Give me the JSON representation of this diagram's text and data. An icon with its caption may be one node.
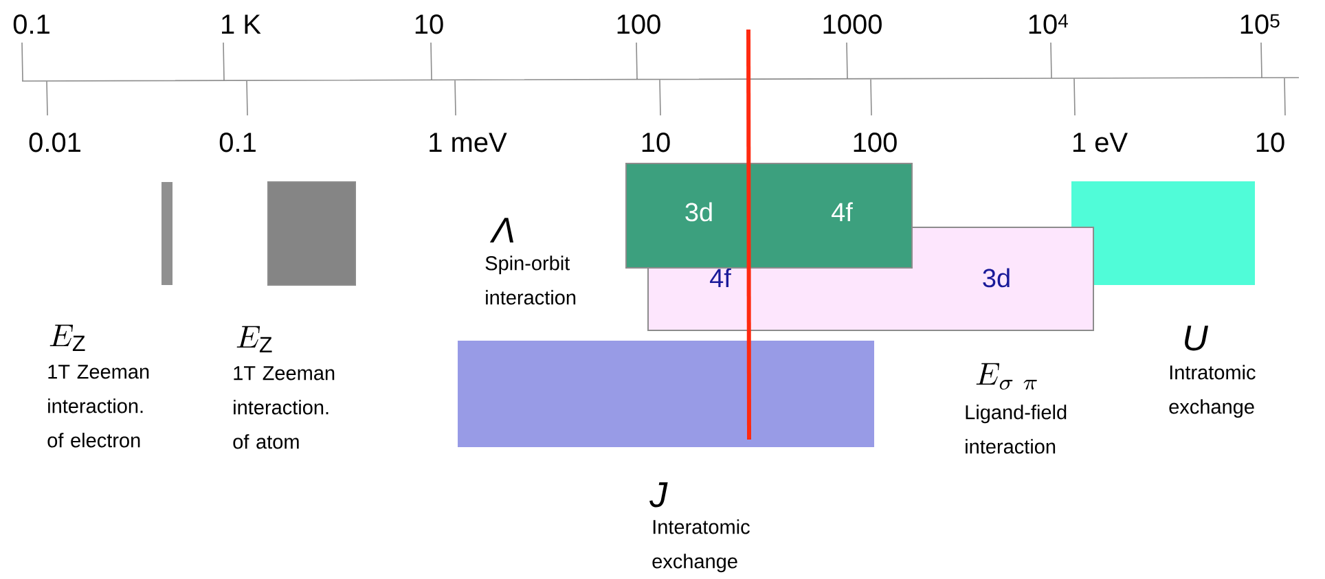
{
  "diagram": {
    "nodes": [
      {
        "text": [],
        "shape": "bar",
        "beside": [
          "E_{\\mathrm{Z}}",
          "1T Zeeman interaction. of electron"
        ]
      },
      {
        "text": [],
        "shape": "box",
        "beside": [
          "E_{\\mathrm{Z}}",
          "1T Zeeman interaction. of atom"
        ]
      },
      {
        "text": [
          "3d",
          "4f"
        ],
        "beside": [
          "Λ",
          "Spin-orbit interaction"
        ]
      },
      {
        "text": [],
        "shape": "box",
        "beside": [
          "U",
          "Intratomic exchange"
        ]
      },
      {
        "text": [
          "4f",
          "3d"
        ],
        "beside": [
          "E_{\\sigma\\ \\pi}",
          "Ligand-field interaction"
        ]
      },
      {
        "text": [],
        "shape": "box",
        "beside": [
          "J",
          "Interatomic exchange"
        ]
      }
    ],
    "labels": [
      "0.1",
      "1 K",
      "10",
      "100",
      "1000",
      "10$^{4}$",
      "10$^{5}$",
      "0.01",
      "0.1",
      "1 meV",
      "10",
      "100",
      "1 eV",
      "10"
    ]
  }
}
